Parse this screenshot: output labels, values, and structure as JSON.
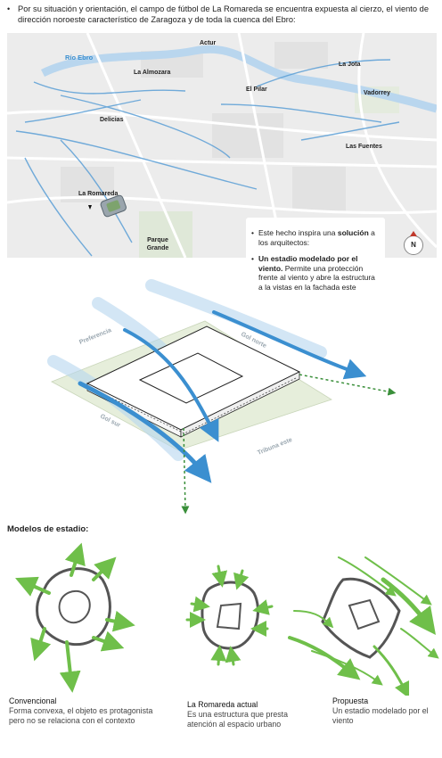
{
  "intro": {
    "bullet": "•",
    "text": "Por su situación y orientación, el campo de fútbol de La Romareda se encuentra expuesta al cierzo, el viento de dirección noroeste característico de Zaragoza y de toda la cuenca del Ebro:"
  },
  "map": {
    "river": "Río Ebro",
    "places": {
      "actur": "Actur",
      "la_almozara": "La Almozara",
      "la_jota": "La Jota",
      "el_pilar": "El Pilar",
      "vadorrey": "Vadorrey",
      "delicias": "Delicias",
      "las_fuentes": "Las Fuentes",
      "la_romareda": "La Romareda",
      "parque_grande": "Parque Grande"
    },
    "compass": "N"
  },
  "callout": {
    "bullet": "•",
    "p1_before": "Este hecho inspira una ",
    "p1_bold": "solución",
    "p1_after": " a los arquitectos:",
    "p2_bold": "Un estadio modelado por el viento.",
    "p2_after": " Permite una protección frente al viento y abre la estructura a la vistas en la fachada este"
  },
  "diagram": {
    "labels": {
      "preferencia": "Preferencia",
      "gol_norte": "Gol norte",
      "gol_sur": "Gol sur",
      "tribuna_este": "Tribuna este"
    },
    "colors": {
      "wind": "#3b8fd0",
      "green_arrow": "#3a8f3a",
      "ground": "#e6eedb"
    }
  },
  "models": {
    "title": "Modelos de estadio:",
    "items": [
      {
        "title": "Convencional",
        "desc": "Forma convexa, el objeto es protagonista pero no se relaciona con el contexto"
      },
      {
        "title": "La Romareda actual",
        "desc": "Es una estructura que presta atención al espacio urbano"
      },
      {
        "title": "Propuesta",
        "desc": "Un estadio modelado por el viento"
      }
    ],
    "colors": {
      "arrow": "#6fbf4a",
      "stroke": "#555555"
    }
  }
}
